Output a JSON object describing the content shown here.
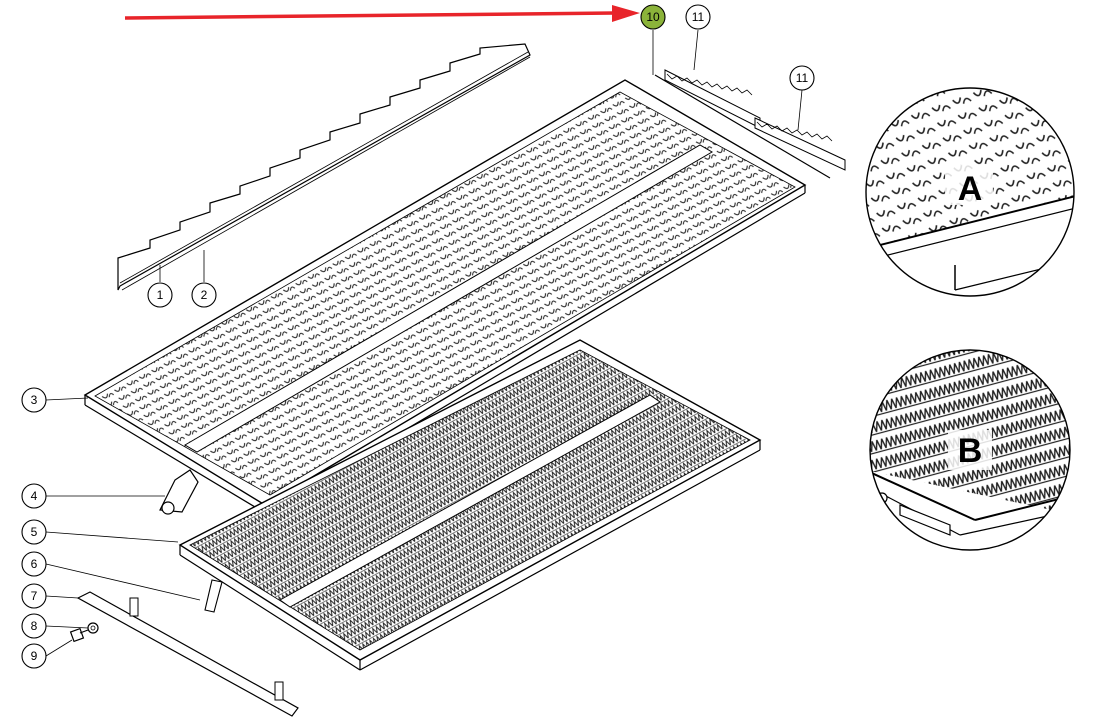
{
  "callouts": {
    "c1": "1",
    "c2": "2",
    "c3": "3",
    "c4": "4",
    "c5": "5",
    "c6": "6",
    "c7": "7",
    "c8": "8",
    "c9": "9",
    "c10": "10",
    "c11a": "11",
    "c11b": "11"
  },
  "details": {
    "a": "A",
    "b": "B"
  },
  "colors": {
    "arrow": "#e8242a",
    "highlight": "#8bb33a",
    "stroke": "#000000",
    "bg": "#ffffff"
  }
}
